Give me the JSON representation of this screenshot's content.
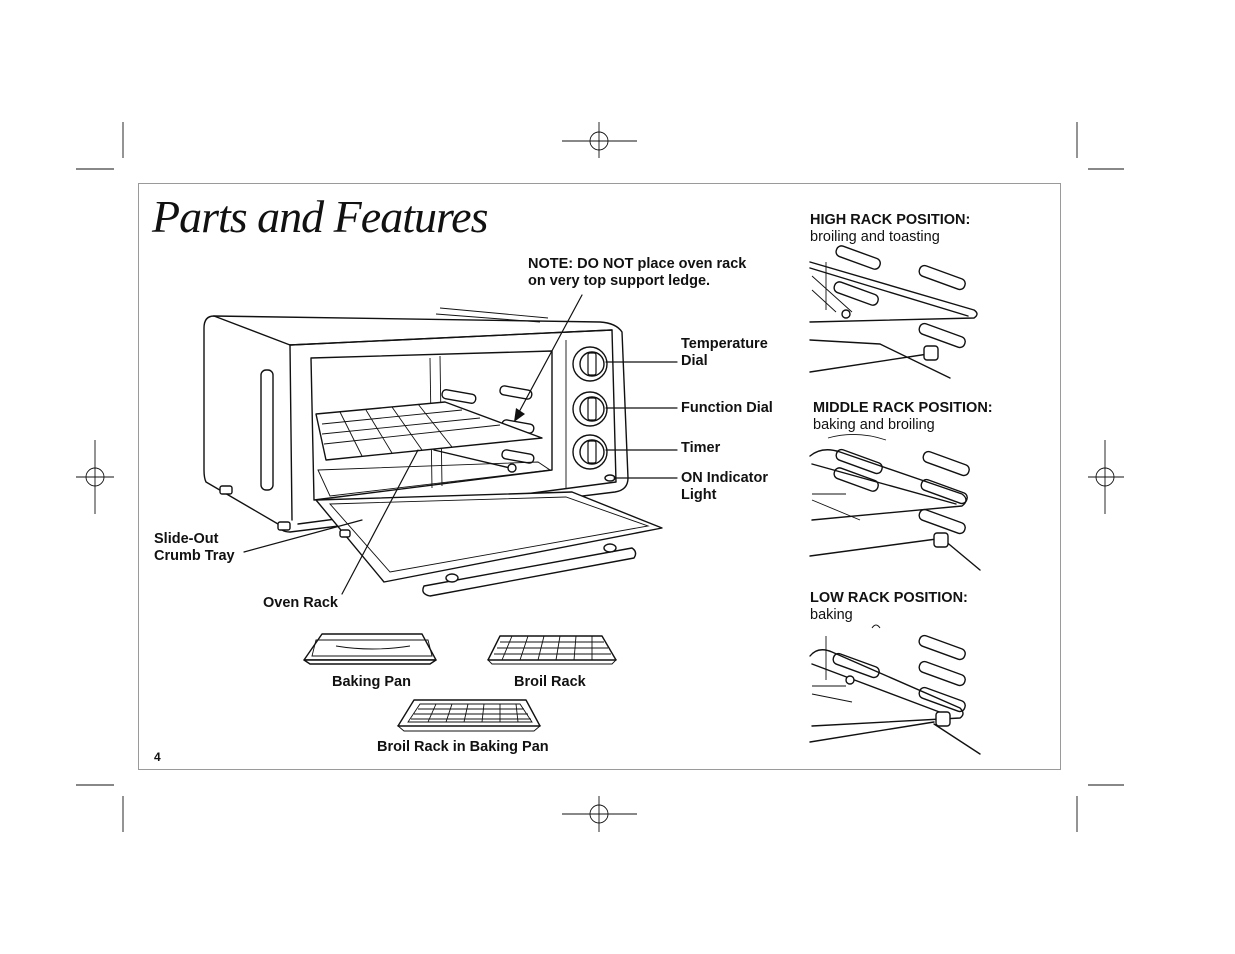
{
  "page": {
    "title": "Parts and Features",
    "page_number": "4"
  },
  "note": {
    "line1": "NOTE: DO NOT place oven rack",
    "line2": "on very top support ledge."
  },
  "callouts": {
    "temperature_dial": [
      "Temperature",
      "Dial"
    ],
    "function_dial": "Function Dial",
    "timer": "Timer",
    "on_indicator_light": [
      "ON Indicator",
      "Light"
    ],
    "slide_out_crumb_tray": [
      "Slide-Out",
      "Crumb Tray"
    ],
    "oven_rack": "Oven Rack"
  },
  "accessories": {
    "baking_pan": "Baking Pan",
    "broil_rack": "Broil Rack",
    "broil_rack_in_baking_pan": "Broil Rack in Baking Pan"
  },
  "rack_positions": [
    {
      "heading": "HIGH RACK POSITION:",
      "use": "broiling and toasting"
    },
    {
      "heading": "MIDDLE RACK POSITION:",
      "use": "baking and broiling"
    },
    {
      "heading": "LOW RACK POSITION:",
      "use": "baking"
    }
  ],
  "colors": {
    "frame_border": "#9a9a9a",
    "ink": "#111111"
  }
}
